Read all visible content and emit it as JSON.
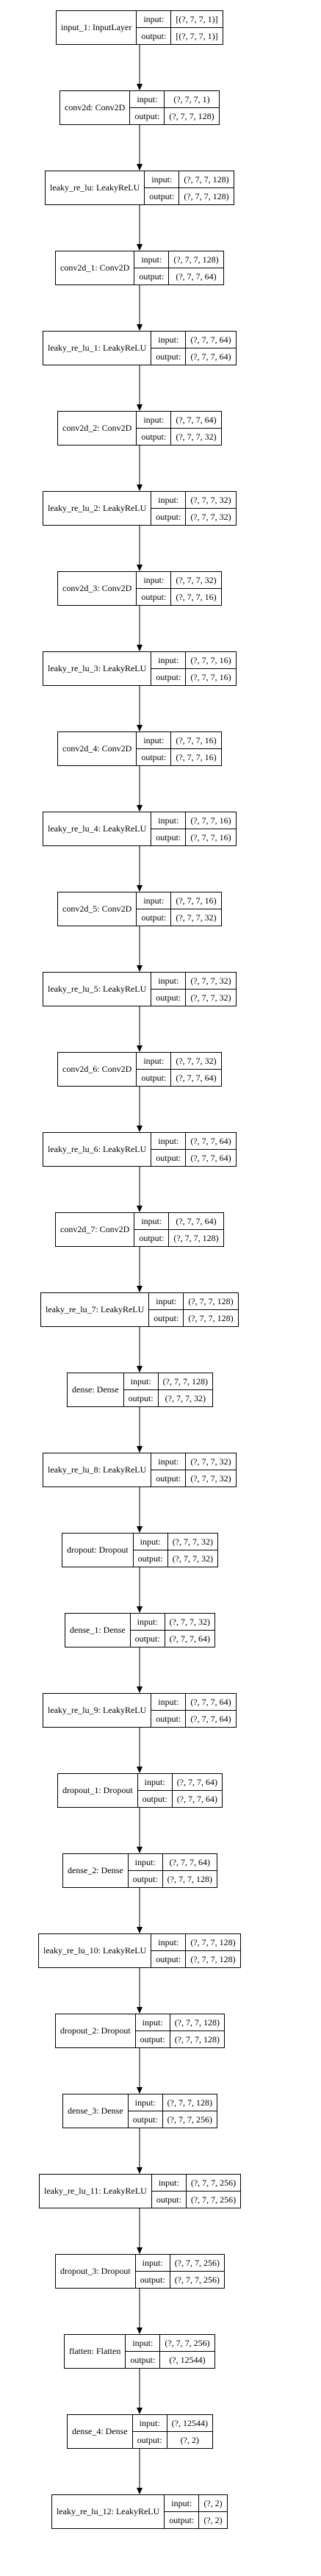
{
  "colors": {
    "stroke": "#000000",
    "background": "#ffffff"
  },
  "port_labels": {
    "input": "input:",
    "output": "output:"
  },
  "layers": [
    {
      "name": "input_1: InputLayer",
      "input": "[(?, 7, 7, 1)]",
      "output": "[(?, 7, 7, 1)]"
    },
    {
      "name": "conv2d: Conv2D",
      "input": "(?, 7, 7, 1)",
      "output": "(?, 7, 7, 128)"
    },
    {
      "name": "leaky_re_lu: LeakyReLU",
      "input": "(?, 7, 7, 128)",
      "output": "(?, 7, 7, 128)"
    },
    {
      "name": "conv2d_1: Conv2D",
      "input": "(?, 7, 7, 128)",
      "output": "(?, 7, 7, 64)"
    },
    {
      "name": "leaky_re_lu_1: LeakyReLU",
      "input": "(?, 7, 7, 64)",
      "output": "(?, 7, 7, 64)"
    },
    {
      "name": "conv2d_2: Conv2D",
      "input": "(?, 7, 7, 64)",
      "output": "(?, 7, 7, 32)"
    },
    {
      "name": "leaky_re_lu_2: LeakyReLU",
      "input": "(?, 7, 7, 32)",
      "output": "(?, 7, 7, 32)"
    },
    {
      "name": "conv2d_3: Conv2D",
      "input": "(?, 7, 7, 32)",
      "output": "(?, 7, 7, 16)"
    },
    {
      "name": "leaky_re_lu_3: LeakyReLU",
      "input": "(?, 7, 7, 16)",
      "output": "(?, 7, 7, 16)"
    },
    {
      "name": "conv2d_4: Conv2D",
      "input": "(?, 7, 7, 16)",
      "output": "(?, 7, 7, 16)"
    },
    {
      "name": "leaky_re_lu_4: LeakyReLU",
      "input": "(?, 7, 7, 16)",
      "output": "(?, 7, 7, 16)"
    },
    {
      "name": "conv2d_5: Conv2D",
      "input": "(?, 7, 7, 16)",
      "output": "(?, 7, 7, 32)"
    },
    {
      "name": "leaky_re_lu_5: LeakyReLU",
      "input": "(?, 7, 7, 32)",
      "output": "(?, 7, 7, 32)"
    },
    {
      "name": "conv2d_6: Conv2D",
      "input": "(?, 7, 7, 32)",
      "output": "(?, 7, 7, 64)"
    },
    {
      "name": "leaky_re_lu_6: LeakyReLU",
      "input": "(?, 7, 7, 64)",
      "output": "(?, 7, 7, 64)"
    },
    {
      "name": "conv2d_7: Conv2D",
      "input": "(?, 7, 7, 64)",
      "output": "(?, 7, 7, 128)"
    },
    {
      "name": "leaky_re_lu_7: LeakyReLU",
      "input": "(?, 7, 7, 128)",
      "output": "(?, 7, 7, 128)"
    },
    {
      "name": "dense: Dense",
      "input": "(?, 7, 7, 128)",
      "output": "(?, 7, 7, 32)"
    },
    {
      "name": "leaky_re_lu_8: LeakyReLU",
      "input": "(?, 7, 7, 32)",
      "output": "(?, 7, 7, 32)"
    },
    {
      "name": "dropout: Dropout",
      "input": "(?, 7, 7, 32)",
      "output": "(?, 7, 7, 32)"
    },
    {
      "name": "dense_1: Dense",
      "input": "(?, 7, 7, 32)",
      "output": "(?, 7, 7, 64)"
    },
    {
      "name": "leaky_re_lu_9: LeakyReLU",
      "input": "(?, 7, 7, 64)",
      "output": "(?, 7, 7, 64)"
    },
    {
      "name": "dropout_1: Dropout",
      "input": "(?, 7, 7, 64)",
      "output": "(?, 7, 7, 64)"
    },
    {
      "name": "dense_2: Dense",
      "input": "(?, 7, 7, 64)",
      "output": "(?, 7, 7, 128)"
    },
    {
      "name": "leaky_re_lu_10: LeakyReLU",
      "input": "(?, 7, 7, 128)",
      "output": "(?, 7, 7, 128)"
    },
    {
      "name": "dropout_2: Dropout",
      "input": "(?, 7, 7, 128)",
      "output": "(?, 7, 7, 128)"
    },
    {
      "name": "dense_3: Dense",
      "input": "(?, 7, 7, 128)",
      "output": "(?, 7, 7, 256)"
    },
    {
      "name": "leaky_re_lu_11: LeakyReLU",
      "input": "(?, 7, 7, 256)",
      "output": "(?, 7, 7, 256)"
    },
    {
      "name": "dropout_3: Dropout",
      "input": "(?, 7, 7, 256)",
      "output": "(?, 7, 7, 256)"
    },
    {
      "name": "flatten: Flatten",
      "input": "(?, 7, 7, 256)",
      "output": "(?, 12544)"
    },
    {
      "name": "dense_4: Dense",
      "input": "(?, 12544)",
      "output": "(?, 2)"
    },
    {
      "name": "leaky_re_lu_12: LeakyReLU",
      "input": "(?, 2)",
      "output": "(?, 2)"
    }
  ]
}
